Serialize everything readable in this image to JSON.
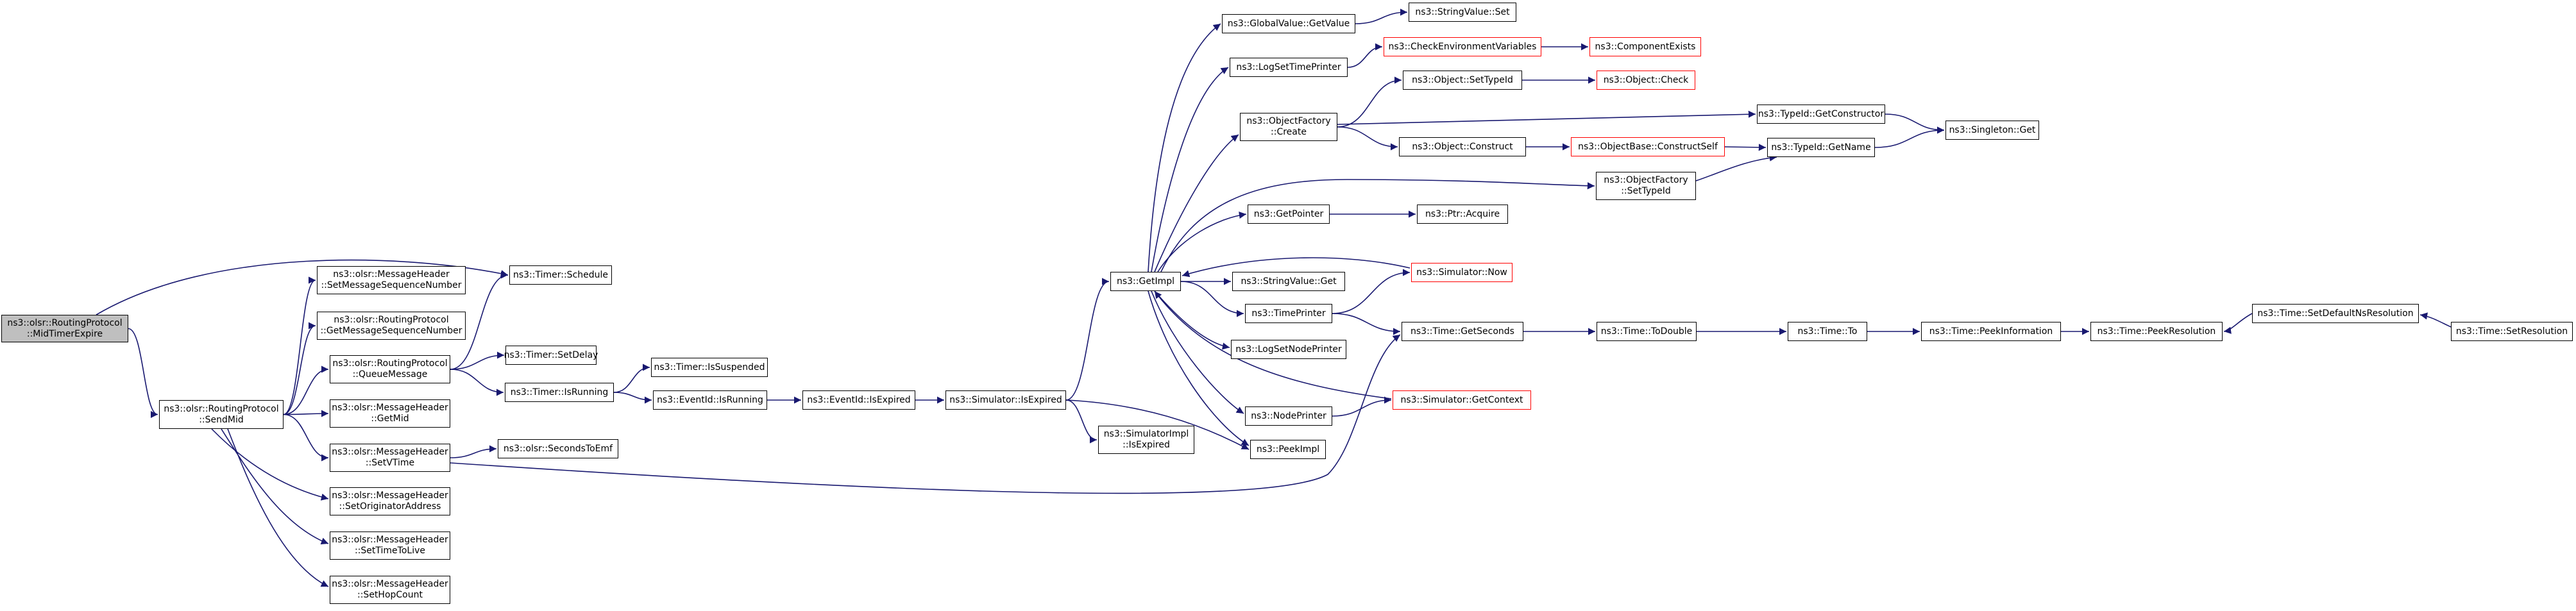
{
  "nodes": [
    {
      "id": "root",
      "lines": [
        "ns3::olsr::RoutingProtocol",
        "::MidTimerExpire"
      ],
      "kind": "root"
    },
    {
      "id": "sendmid",
      "lines": [
        "ns3::olsr::RoutingProtocol",
        "::SendMid"
      ]
    },
    {
      "id": "schedule",
      "lines": [
        "ns3::Timer::Schedule"
      ]
    },
    {
      "id": "setmsn",
      "lines": [
        "ns3::olsr::MessageHeader",
        "::SetMessageSequenceNumber"
      ]
    },
    {
      "id": "getmsn",
      "lines": [
        "ns3::olsr::RoutingProtocol",
        "::GetMessageSequenceNumber"
      ]
    },
    {
      "id": "queuemsg",
      "lines": [
        "ns3::olsr::RoutingProtocol",
        "::QueueMessage"
      ]
    },
    {
      "id": "getmid",
      "lines": [
        "ns3::olsr::MessageHeader",
        "::GetMid"
      ]
    },
    {
      "id": "setvtime",
      "lines": [
        "ns3::olsr::MessageHeader",
        "::SetVTime"
      ]
    },
    {
      "id": "setorig",
      "lines": [
        "ns3::olsr::MessageHeader",
        "::SetOriginatorAddress"
      ]
    },
    {
      "id": "setttl",
      "lines": [
        "ns3::olsr::MessageHeader",
        "::SetTimeToLive"
      ]
    },
    {
      "id": "sethop",
      "lines": [
        "ns3::olsr::MessageHeader",
        "::SetHopCount"
      ]
    },
    {
      "id": "setdelay",
      "lines": [
        "ns3::Timer::SetDelay"
      ]
    },
    {
      "id": "timerisrunning",
      "lines": [
        "ns3::Timer::IsRunning"
      ]
    },
    {
      "id": "secondstoemf",
      "lines": [
        "ns3::olsr::SecondsToEmf"
      ]
    },
    {
      "id": "issuspended",
      "lines": [
        "ns3::Timer::IsSuspended"
      ]
    },
    {
      "id": "evisrunning",
      "lines": [
        "ns3::EventId::IsRunning"
      ]
    },
    {
      "id": "evisexpired",
      "lines": [
        "ns3::EventId::IsExpired"
      ]
    },
    {
      "id": "simisexpired",
      "lines": [
        "ns3::Simulator::IsExpired"
      ]
    },
    {
      "id": "simimplisexpired",
      "lines": [
        "ns3::SimulatorImpl",
        "::IsExpired"
      ]
    },
    {
      "id": "getimpl",
      "lines": [
        "ns3::GetImpl"
      ]
    },
    {
      "id": "gvgetvalue",
      "lines": [
        "ns3::GlobalValue::GetValue"
      ]
    },
    {
      "id": "logsettimeprinter",
      "lines": [
        "ns3::LogSetTimePrinter"
      ]
    },
    {
      "id": "ofcreate",
      "lines": [
        "ns3::ObjectFactory",
        "::Create"
      ]
    },
    {
      "id": "getpointer",
      "lines": [
        "ns3::GetPointer"
      ]
    },
    {
      "id": "svget",
      "lines": [
        "ns3::StringValue::Get"
      ]
    },
    {
      "id": "timeprinter",
      "lines": [
        "ns3::TimePrinter"
      ]
    },
    {
      "id": "logsetnodeprinter",
      "lines": [
        "ns3::LogSetNodePrinter"
      ]
    },
    {
      "id": "nodeprinter",
      "lines": [
        "ns3::NodePrinter"
      ]
    },
    {
      "id": "peekimpl",
      "lines": [
        "ns3::PeekImpl"
      ]
    },
    {
      "id": "svset",
      "lines": [
        "ns3::StringValue::Set"
      ]
    },
    {
      "id": "checkenv",
      "lines": [
        "ns3::CheckEnvironmentVariables"
      ],
      "kind": "trunc"
    },
    {
      "id": "compexists",
      "lines": [
        "ns3::ComponentExists"
      ],
      "kind": "trunc"
    },
    {
      "id": "objsettypeid",
      "lines": [
        "ns3::Object::SetTypeId"
      ]
    },
    {
      "id": "objcheck",
      "lines": [
        "ns3::Object::Check"
      ],
      "kind": "trunc"
    },
    {
      "id": "objconstruct",
      "lines": [
        "ns3::Object::Construct"
      ]
    },
    {
      "id": "constructself",
      "lines": [
        "ns3::ObjectBase::ConstructSelf"
      ],
      "kind": "trunc"
    },
    {
      "id": "ofsettypeid",
      "lines": [
        "ns3::ObjectFactory",
        "::SetTypeId"
      ]
    },
    {
      "id": "ptracquire",
      "lines": [
        "ns3::Ptr::Acquire"
      ]
    },
    {
      "id": "simnow",
      "lines": [
        "ns3::Simulator::Now"
      ],
      "kind": "trunc"
    },
    {
      "id": "getseconds",
      "lines": [
        "ns3::Time::GetSeconds"
      ]
    },
    {
      "id": "getcontext",
      "lines": [
        "ns3::Simulator::GetContext"
      ],
      "kind": "trunc"
    },
    {
      "id": "typeidgetconstructor",
      "lines": [
        "ns3::TypeId::GetConstructor"
      ]
    },
    {
      "id": "typeidgetname",
      "lines": [
        "ns3::TypeId::GetName"
      ]
    },
    {
      "id": "singletonget",
      "lines": [
        "ns3::Singleton::Get"
      ]
    },
    {
      "id": "todouble",
      "lines": [
        "ns3::Time::ToDouble"
      ]
    },
    {
      "id": "timeto",
      "lines": [
        "ns3::Time::To"
      ]
    },
    {
      "id": "peekinfo",
      "lines": [
        "ns3::Time::PeekInformation"
      ]
    },
    {
      "id": "peekres",
      "lines": [
        "ns3::Time::PeekResolution"
      ]
    },
    {
      "id": "setdefaultns",
      "lines": [
        "ns3::Time::SetDefaultNsResolution"
      ]
    },
    {
      "id": "setres",
      "lines": [
        "ns3::Time::SetResolution"
      ]
    }
  ],
  "edges": [
    [
      "root",
      "sendmid"
    ],
    [
      "root",
      "schedule"
    ],
    [
      "sendmid",
      "setmsn"
    ],
    [
      "sendmid",
      "getmsn"
    ],
    [
      "sendmid",
      "queuemsg"
    ],
    [
      "sendmid",
      "getmid"
    ],
    [
      "sendmid",
      "setvtime"
    ],
    [
      "sendmid",
      "setorig"
    ],
    [
      "sendmid",
      "setttl"
    ],
    [
      "sendmid",
      "sethop"
    ],
    [
      "queuemsg",
      "schedule"
    ],
    [
      "queuemsg",
      "setdelay"
    ],
    [
      "queuemsg",
      "timerisrunning"
    ],
    [
      "setvtime",
      "secondstoemf"
    ],
    [
      "setvtime",
      "getseconds"
    ],
    [
      "timerisrunning",
      "issuspended"
    ],
    [
      "timerisrunning",
      "evisrunning"
    ],
    [
      "evisrunning",
      "evisexpired"
    ],
    [
      "evisexpired",
      "simisexpired"
    ],
    [
      "simisexpired",
      "getimpl"
    ],
    [
      "simisexpired",
      "simimplisexpired"
    ],
    [
      "simisexpired",
      "peekimpl"
    ],
    [
      "getimpl",
      "gvgetvalue"
    ],
    [
      "getimpl",
      "logsettimeprinter"
    ],
    [
      "getimpl",
      "ofcreate"
    ],
    [
      "getimpl",
      "getpointer"
    ],
    [
      "getimpl",
      "svget"
    ],
    [
      "getimpl",
      "timeprinter"
    ],
    [
      "getimpl",
      "logsetnodeprinter"
    ],
    [
      "getimpl",
      "nodeprinter"
    ],
    [
      "getimpl",
      "peekimpl"
    ],
    [
      "getimpl",
      "ofsettypeid"
    ],
    [
      "gvgetvalue",
      "svset"
    ],
    [
      "logsettimeprinter",
      "checkenv"
    ],
    [
      "checkenv",
      "compexists"
    ],
    [
      "ofcreate",
      "objsettypeid"
    ],
    [
      "ofcreate",
      "objconstruct"
    ],
    [
      "ofcreate",
      "typeidgetconstructor"
    ],
    [
      "objsettypeid",
      "objcheck"
    ],
    [
      "objconstruct",
      "constructself"
    ],
    [
      "constructself",
      "typeidgetname"
    ],
    [
      "ofsettypeid",
      "typeidgetname"
    ],
    [
      "typeidgetconstructor",
      "singletonget"
    ],
    [
      "typeidgetname",
      "singletonget"
    ],
    [
      "getpointer",
      "ptracquire"
    ],
    [
      "timeprinter",
      "simnow"
    ],
    [
      "timeprinter",
      "getseconds"
    ],
    [
      "simnow",
      "getimpl"
    ],
    [
      "getcontext",
      "getimpl"
    ],
    [
      "nodeprinter",
      "getcontext"
    ],
    [
      "getseconds",
      "todouble"
    ],
    [
      "todouble",
      "timeto"
    ],
    [
      "timeto",
      "peekinfo"
    ],
    [
      "peekinfo",
      "peekres"
    ],
    [
      "setdefaultns",
      "peekres"
    ],
    [
      "setres",
      "setdefaultns"
    ]
  ],
  "colors": {
    "edge": "#191970",
    "node_border": "#000000",
    "truncated_border": "#ff0000",
    "root_fill": "#bfbfbf"
  }
}
